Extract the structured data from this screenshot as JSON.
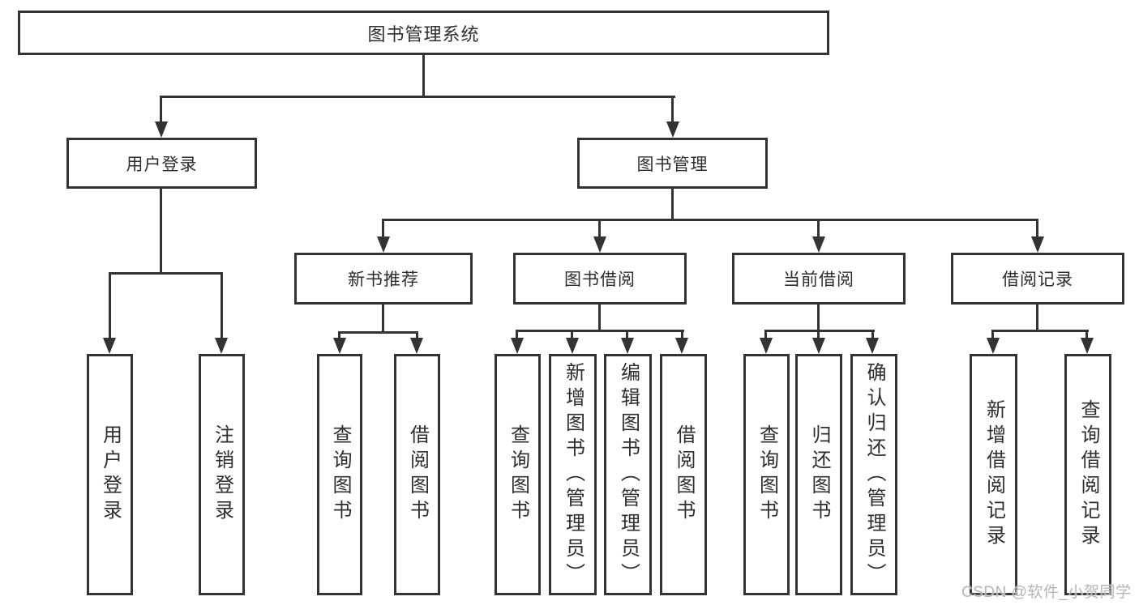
{
  "diagram": {
    "title": "图书管理系统",
    "root": {
      "label": "图书管理系统"
    },
    "level2": [
      "用户登录",
      "图书管理"
    ],
    "level3": [
      "新书推荐",
      "图书借阅",
      "当前借阅",
      "借阅记录"
    ],
    "leaves_login": [
      "用户登录",
      "注销登录"
    ],
    "leaves_newbook": [
      "查询图书",
      "借阅图书"
    ],
    "leaves_borrow": [
      "查询图书",
      "新增图书（管理员）",
      "编辑图书（管理员）",
      "借阅图书"
    ],
    "leaves_current": [
      "查询图书",
      "归还图书",
      "确认归还（管理员）"
    ],
    "leaves_record": [
      "新增借阅记录",
      "查询借阅记录"
    ],
    "watermark": "CSDN @软件_小贺同学",
    "colors": {
      "line": "#333333",
      "text": "#2e2e2e",
      "watermark": "#b5b5b5",
      "background": "#ffffff"
    }
  }
}
